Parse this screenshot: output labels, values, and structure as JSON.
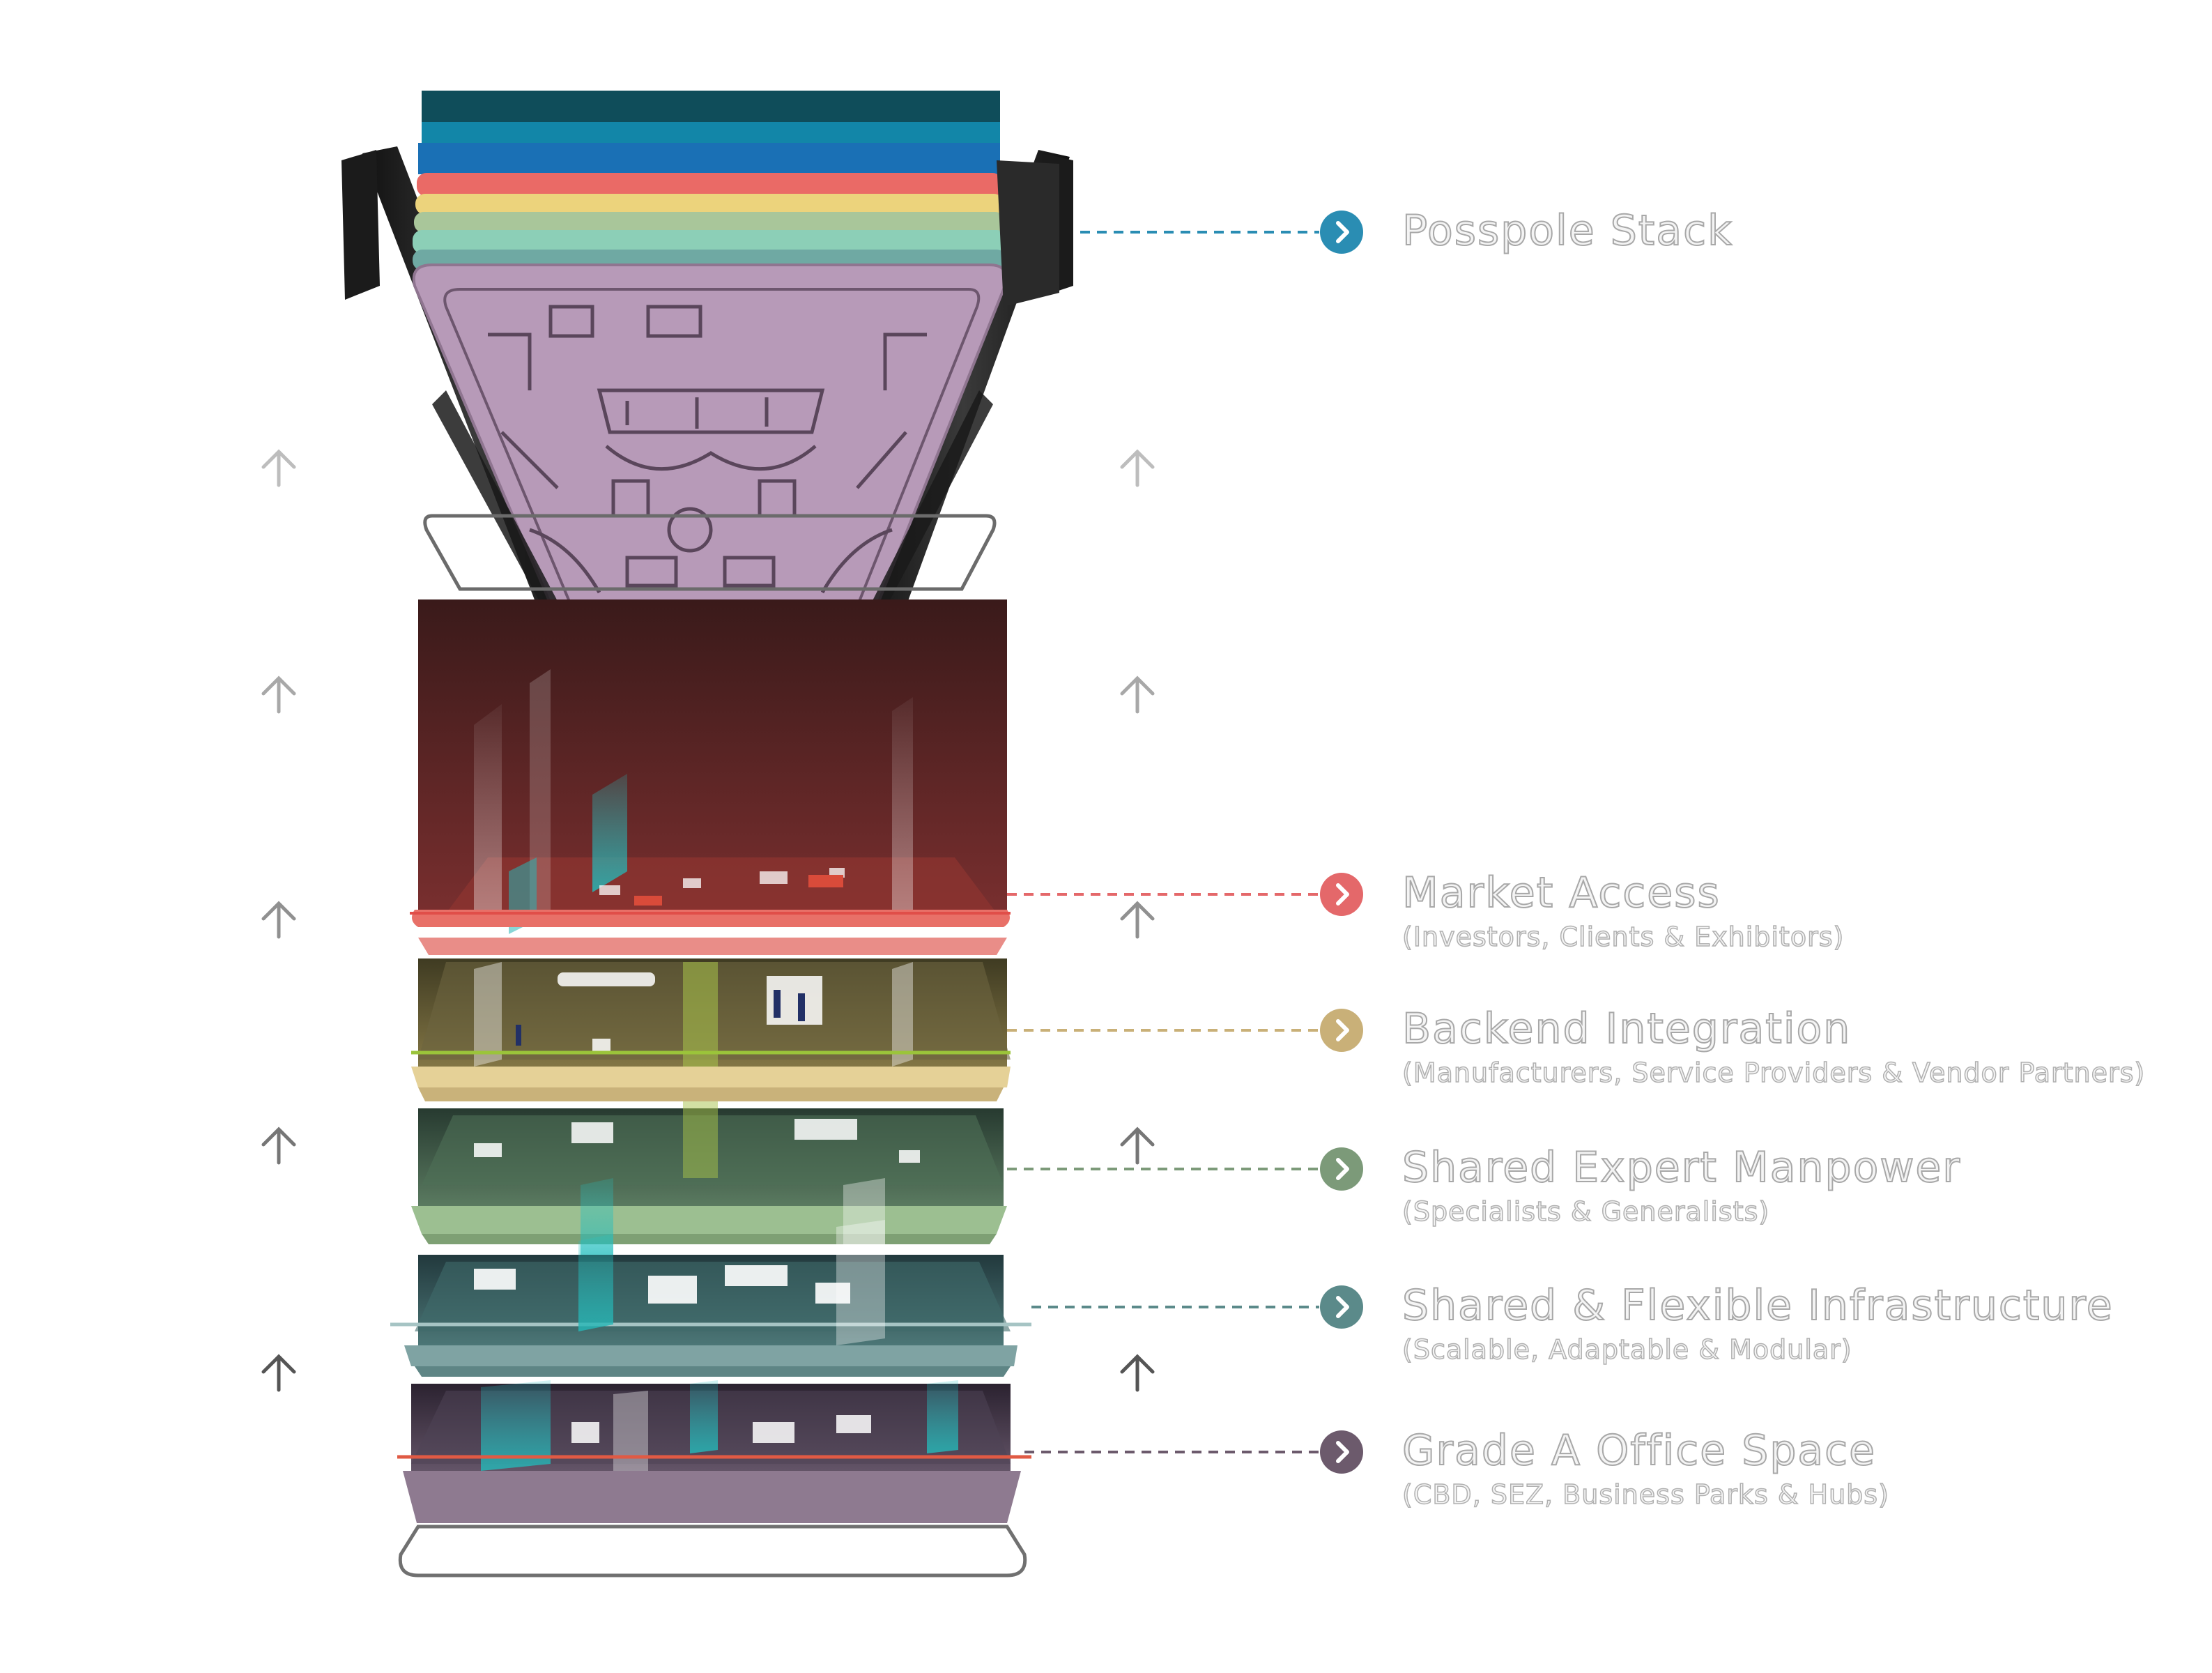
{
  "colors": {
    "stack": "#2a8db3",
    "market": "#e4686a",
    "backend": "#c9b078",
    "manpower": "#7c9a79",
    "infrastructure": "#5b8a8a",
    "office": "#6c5a6c",
    "market_floor": "#6b2a2a",
    "backend_floor": "#746a3d",
    "manpower_floor": "#4c6a55",
    "infra_floor": "#3e6a6a",
    "office_floor": "#574a5e",
    "top_card": "#b79ab8"
  },
  "layers": [
    {
      "id": "stack",
      "title": "Posspole  Stack",
      "subtitle": "",
      "icon": "chevron-right-icon"
    },
    {
      "id": "market",
      "title": "Market Access",
      "subtitle": "(Investors, Clients & Exhibitors)",
      "icon": "chevron-right-icon"
    },
    {
      "id": "backend",
      "title": "Backend Integration",
      "subtitle": "(Manufacturers, Service Providers & Vendor Partners)",
      "icon": "chevron-right-icon"
    },
    {
      "id": "manpower",
      "title": "Shared Expert Manpower",
      "subtitle": "(Specialists & Generalists)",
      "icon": "chevron-right-icon"
    },
    {
      "id": "infrastructure",
      "title": "Shared & Flexible Infrastructure",
      "subtitle": "(Scalable, Adaptable & Modular)",
      "icon": "chevron-right-icon"
    },
    {
      "id": "office",
      "title": "Grade A Office Space",
      "subtitle": "(CBD, SEZ, Business Parks & Hubs)",
      "icon": "chevron-right-icon"
    }
  ],
  "arrows": {
    "icon": "arrow-up-icon"
  }
}
